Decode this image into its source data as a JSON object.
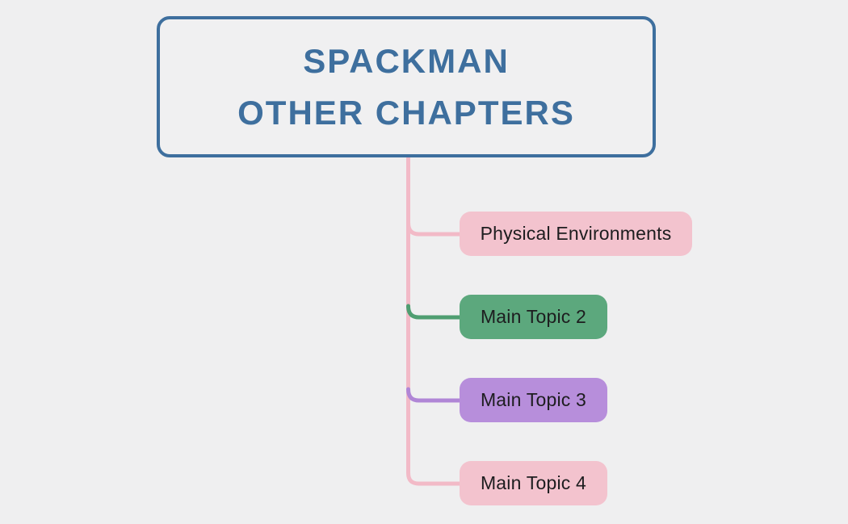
{
  "canvas": {
    "background": "#efeff0"
  },
  "root": {
    "title_line1": "SPACKMAN",
    "title_line2": "OTHER CHAPTERS",
    "border_color": "#3e6f9e",
    "text_color": "#3e6f9e",
    "fill": "#f0f0f1"
  },
  "connectors": {
    "trunk_color": "#f2bac7"
  },
  "topics": [
    {
      "label": "Physical Environments",
      "fill": "#f3c3ce",
      "connector_color": "#f2bac7",
      "text_color": "#1d1d1f"
    },
    {
      "label": "Main Topic 2",
      "fill": "#5ca87d",
      "connector_color": "#4f9e71",
      "text_color": "#1d1d1f"
    },
    {
      "label": "Main Topic 3",
      "fill": "#b78edb",
      "connector_color": "#b086d6",
      "text_color": "#1d1d1f"
    },
    {
      "label": "Main Topic 4",
      "fill": "#f3c3ce",
      "connector_color": "#f2bac7",
      "text_color": "#1d1d1f"
    }
  ]
}
